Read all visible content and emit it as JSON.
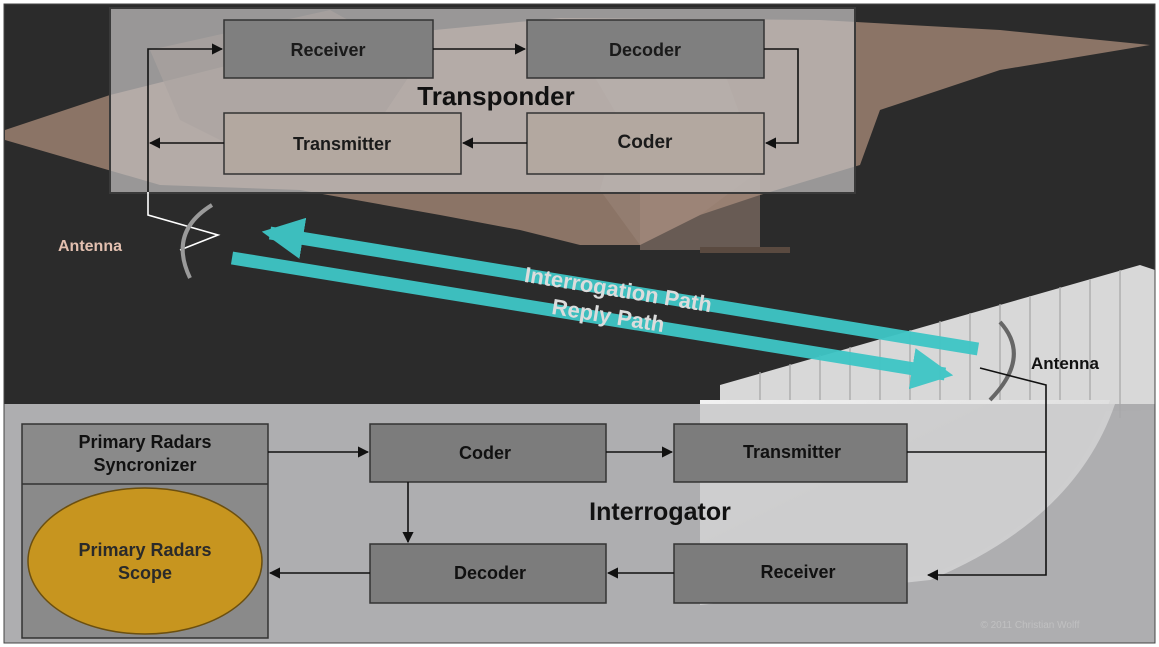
{
  "transponder": {
    "title": "Transponder",
    "receiver": "Receiver",
    "decoder": "Decoder",
    "transmitter": "Transmitter",
    "coder": "Coder",
    "antenna_label": "Antenna"
  },
  "paths": {
    "interrogation": "Interrogation Path",
    "reply": "Reply Path"
  },
  "interrogator": {
    "title": "Interrogator",
    "coder": "Coder",
    "transmitter": "Transmitter",
    "decoder": "Decoder",
    "receiver": "Receiver",
    "antenna_label": "Antenna"
  },
  "primary": {
    "sync_line1": "Primary Radars",
    "sync_line2": "Syncronizer",
    "scope_line1": "Primary Radars",
    "scope_line2": "Scope"
  },
  "watermark": "© 2011 Christian Wolff",
  "colors": {
    "background_dark": "#2b2b2b",
    "panel_gray": "#a8a8aa",
    "block_gray": "#7e7e7e",
    "block_light": "#b3a8a0",
    "path_cyan": "#3ec6c6",
    "scope_gold": "#c7951f",
    "antenna_label_color": "#e3c0b0",
    "aircraft_tan": "#8b7466"
  },
  "icons": {
    "transponder_antenna": "antenna-arc-icon",
    "interrogator_antenna": "radar-antenna-icon"
  }
}
